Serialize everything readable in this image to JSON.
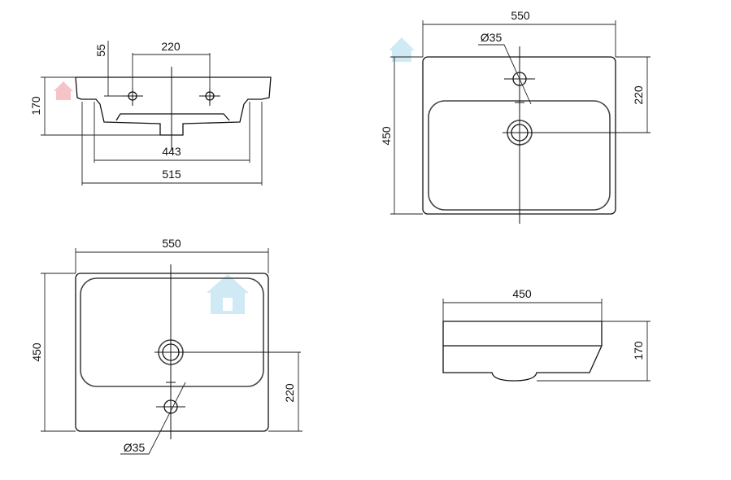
{
  "drawing": {
    "front_view": {
      "dim_top_offset": "55",
      "dim_hole_spacing": "220",
      "dim_height": "170",
      "dim_inner_width": "443",
      "dim_outer_width": "515"
    },
    "top_view_upper": {
      "dim_width": "550",
      "dim_depth": "450",
      "dim_hole_to_drain": "220",
      "hole_diameter": "Ø35"
    },
    "top_view_lower": {
      "dim_width": "550",
      "dim_depth": "450",
      "dim_drain_to_edge": "220",
      "hole_diameter": "Ø35"
    },
    "side_view": {
      "dim_depth": "450",
      "dim_height": "170"
    }
  },
  "colors": {
    "watermark_pink": "#f4c4c8",
    "watermark_blue": "#cfe9f5"
  }
}
